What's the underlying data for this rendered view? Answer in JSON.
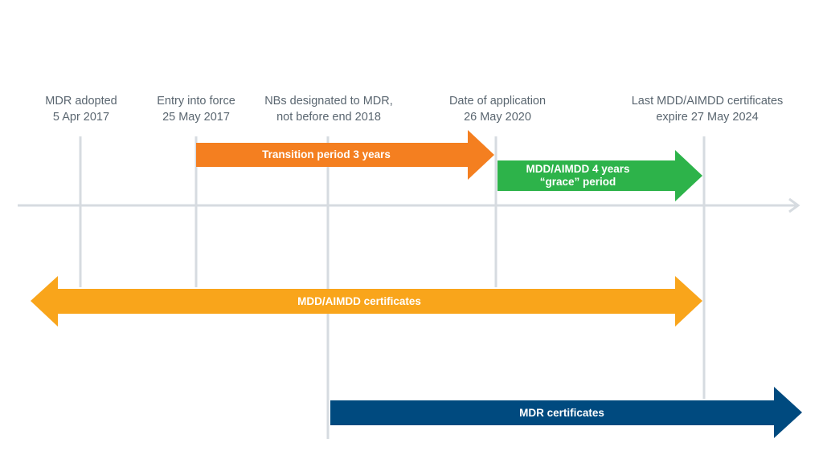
{
  "milestones": [
    {
      "line1": "MDR adopted",
      "line2": "5 Apr 2017"
    },
    {
      "line1": "Entry into force",
      "line2": "25 May 2017"
    },
    {
      "line1": "NBs designated to MDR,",
      "line2": "not before end 2018"
    },
    {
      "line1": "Date of application",
      "line2": "26 May 2020"
    },
    {
      "line1": "Last MDD/AIMDD certificates",
      "line2": "expire 27 May 2024"
    }
  ],
  "bars": {
    "transition": {
      "label": "Transition period 3 years",
      "color": "#f47f20"
    },
    "grace": {
      "line1": "MDD/AIMDD 4 years",
      "line2": "“grace” period",
      "color": "#2db34a"
    },
    "mdd_certs": {
      "label": "MDD/AIMDD certificates",
      "color": "#f9a51b"
    },
    "mdr_certs": {
      "label": "MDR certificates",
      "color": "#004a7f"
    }
  },
  "colors": {
    "gridline": "#d6dbe0",
    "axis": "#d6dbe0",
    "text": "#5a6670"
  }
}
